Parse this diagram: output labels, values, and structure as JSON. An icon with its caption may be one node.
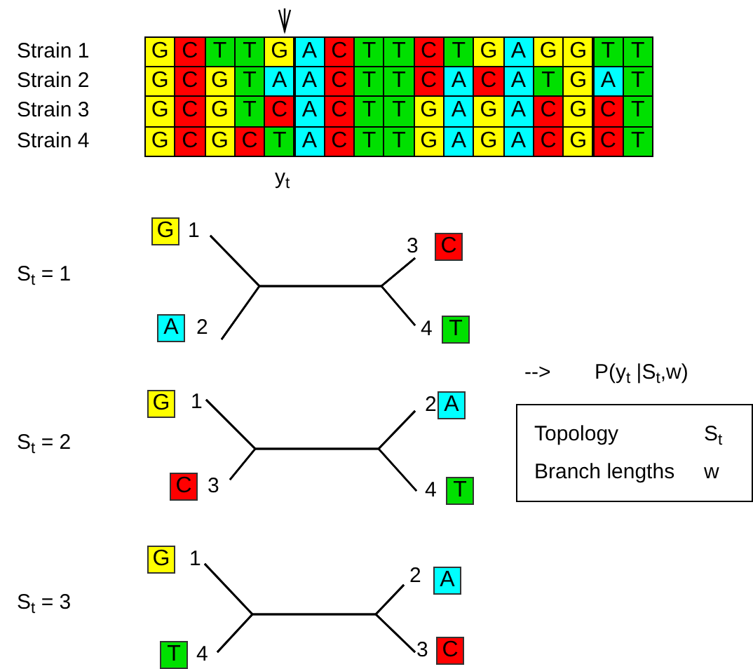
{
  "diagram": {
    "nodes": [
      {
        "text": [
          "G"
        ],
        "beside": [
          "1"
        ]
      },
      {
        "text": [
          "C"
        ],
        "beside": [
          "3"
        ]
      },
      {
        "text": [
          "A"
        ],
        "beside": [
          "2"
        ]
      },
      {
        "text": [
          "T"
        ],
        "beside": [
          "4"
        ]
      },
      {
        "text": [
          "G"
        ],
        "beside": [
          "1"
        ]
      },
      {
        "text": [
          "A"
        ],
        "beside": [
          "2"
        ]
      },
      {
        "text": [
          "C"
        ],
        "beside": [
          "3"
        ]
      },
      {
        "text": [
          "T"
        ],
        "beside": [
          "4"
        ]
      },
      {
        "text": [
          "G"
        ],
        "beside": [
          "1"
        ]
      },
      {
        "text": [
          "A"
        ],
        "beside": [
          "2"
        ]
      },
      {
        "text": [
          "T"
        ],
        "beside": [
          "4"
        ]
      },
      {
        "text": [
          "C"
        ],
        "beside": [
          "3"
        ]
      },
      {
        "text": [
          "Topology",
          "S$_{t}$",
          "Branch lengths",
          "w"
        ]
      }
    ],
    "edges": [
      {
        "from": 0,
        "to": 2,
        "arrow": "none"
      },
      {
        "from": 0,
        "to": 1,
        "arrow": "none"
      },
      {
        "from": 0,
        "to": 3,
        "arrow": "none"
      },
      {
        "from": 2,
        "to": 1,
        "arrow": "none"
      },
      {
        "from": 2,
        "to": 3,
        "arrow": "none"
      },
      {
        "from": 1,
        "to": 3,
        "arrow": "none"
      },
      {
        "from": 4,
        "to": 6,
        "arrow": "none"
      },
      {
        "from": 4,
        "to": 5,
        "arrow": "none"
      },
      {
        "from": 4,
        "to": 7,
        "arrow": "none"
      },
      {
        "from": 6,
        "to": 5,
        "arrow": "none"
      },
      {
        "from": 6,
        "to": 7,
        "arrow": "none"
      },
      {
        "from": 5,
        "to": 7,
        "arrow": "none"
      },
      {
        "from": 8,
        "to": 10,
        "arrow": "none"
      },
      {
        "from": 8,
        "to": 9,
        "arrow": "none"
      },
      {
        "from": 8,
        "to": 11,
        "arrow": "none"
      },
      {
        "from": 10,
        "to": 9,
        "arrow": "none"
      },
      {
        "from": 10,
        "to": 11,
        "arrow": "none"
      },
      {
        "from": 9,
        "to": 11,
        "arrow": "none"
      }
    ],
    "labels": [
      "Strain 1",
      "G",
      "C",
      "T",
      "T",
      "G",
      "A",
      "C",
      "T",
      "T",
      "C",
      "T",
      "G",
      "A",
      "G",
      "G",
      "T",
      "T",
      "Strain 2",
      "G",
      "C",
      "G",
      "T",
      "A",
      "A",
      "C",
      "T",
      "T",
      "C",
      "A",
      "C",
      "A",
      "T",
      "G",
      "A",
      "T",
      "Strain 3",
      "G",
      "C",
      "G",
      "T",
      "C",
      "A",
      "C",
      "T",
      "T",
      "G",
      "A",
      "G",
      "A",
      "C",
      "G",
      "C",
      "T",
      "Strain 4",
      "G",
      "C",
      "G",
      "C",
      "T",
      "A",
      "C",
      "T",
      "T",
      "G",
      "A",
      "G",
      "A",
      "C",
      "G",
      "C",
      "T",
      "y$_{t}$",
      "S$_{t}$ = 1",
      "-->",
      "P(y$_{t}$ |S$_{t}$,w)",
      "S$_{t}$ = 2",
      "S$_{t}$ = 3"
    ]
  }
}
